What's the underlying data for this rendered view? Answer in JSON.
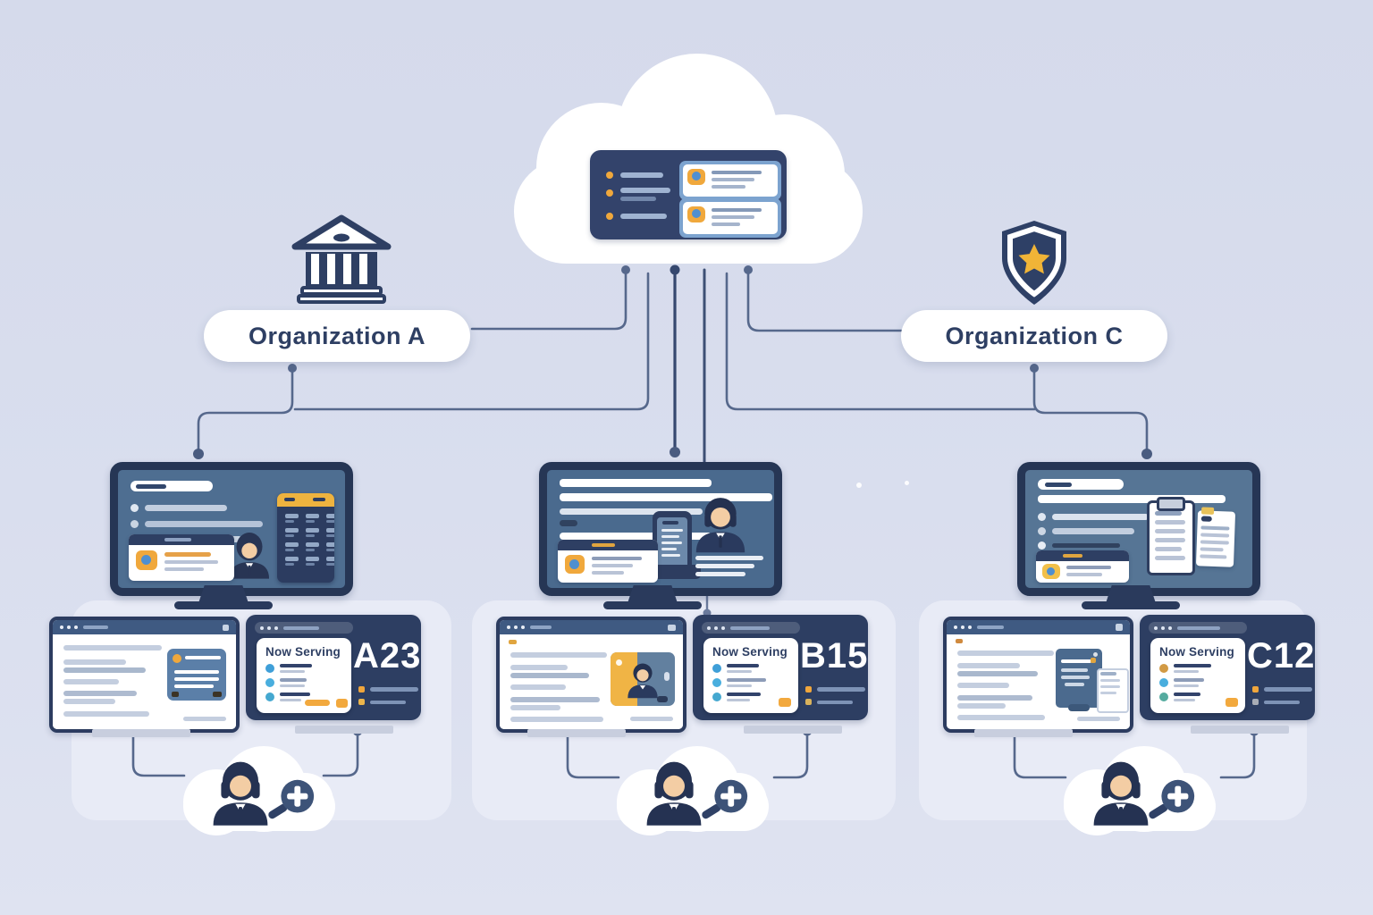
{
  "organizations": [
    {
      "label": "Organization A",
      "icon": "bank-icon"
    },
    {
      "label": "Organization C",
      "icon": "shield-star-icon"
    }
  ],
  "hub": {
    "icon": "cloud-icon",
    "panel_icon": "dashboard-panel"
  },
  "now_serving_displays": [
    {
      "title": "Now Serving",
      "code": "A23"
    },
    {
      "title": "Now Serving",
      "code": "B15"
    },
    {
      "title": "Now Serving",
      "code": "C12"
    }
  ],
  "icons": {
    "hub": "cloud-dashboard-icon",
    "org_a": "bank-icon",
    "org_c": "shield-star-icon",
    "clients": "person-icon",
    "search": "magnifier-plus-icon"
  },
  "colors": {
    "background": "#d8dcec",
    "navy": "#2e3f63",
    "panel_navy": "#33436b",
    "screen_blue": "#4e6e91",
    "accent_orange": "#f0a83c",
    "accent_yellow": "#eeb33f",
    "bullet_blue": "#41a4d6",
    "connector_line": "#50628a",
    "light_panel": "#e8ebf6",
    "card_white": "#ffffff"
  }
}
